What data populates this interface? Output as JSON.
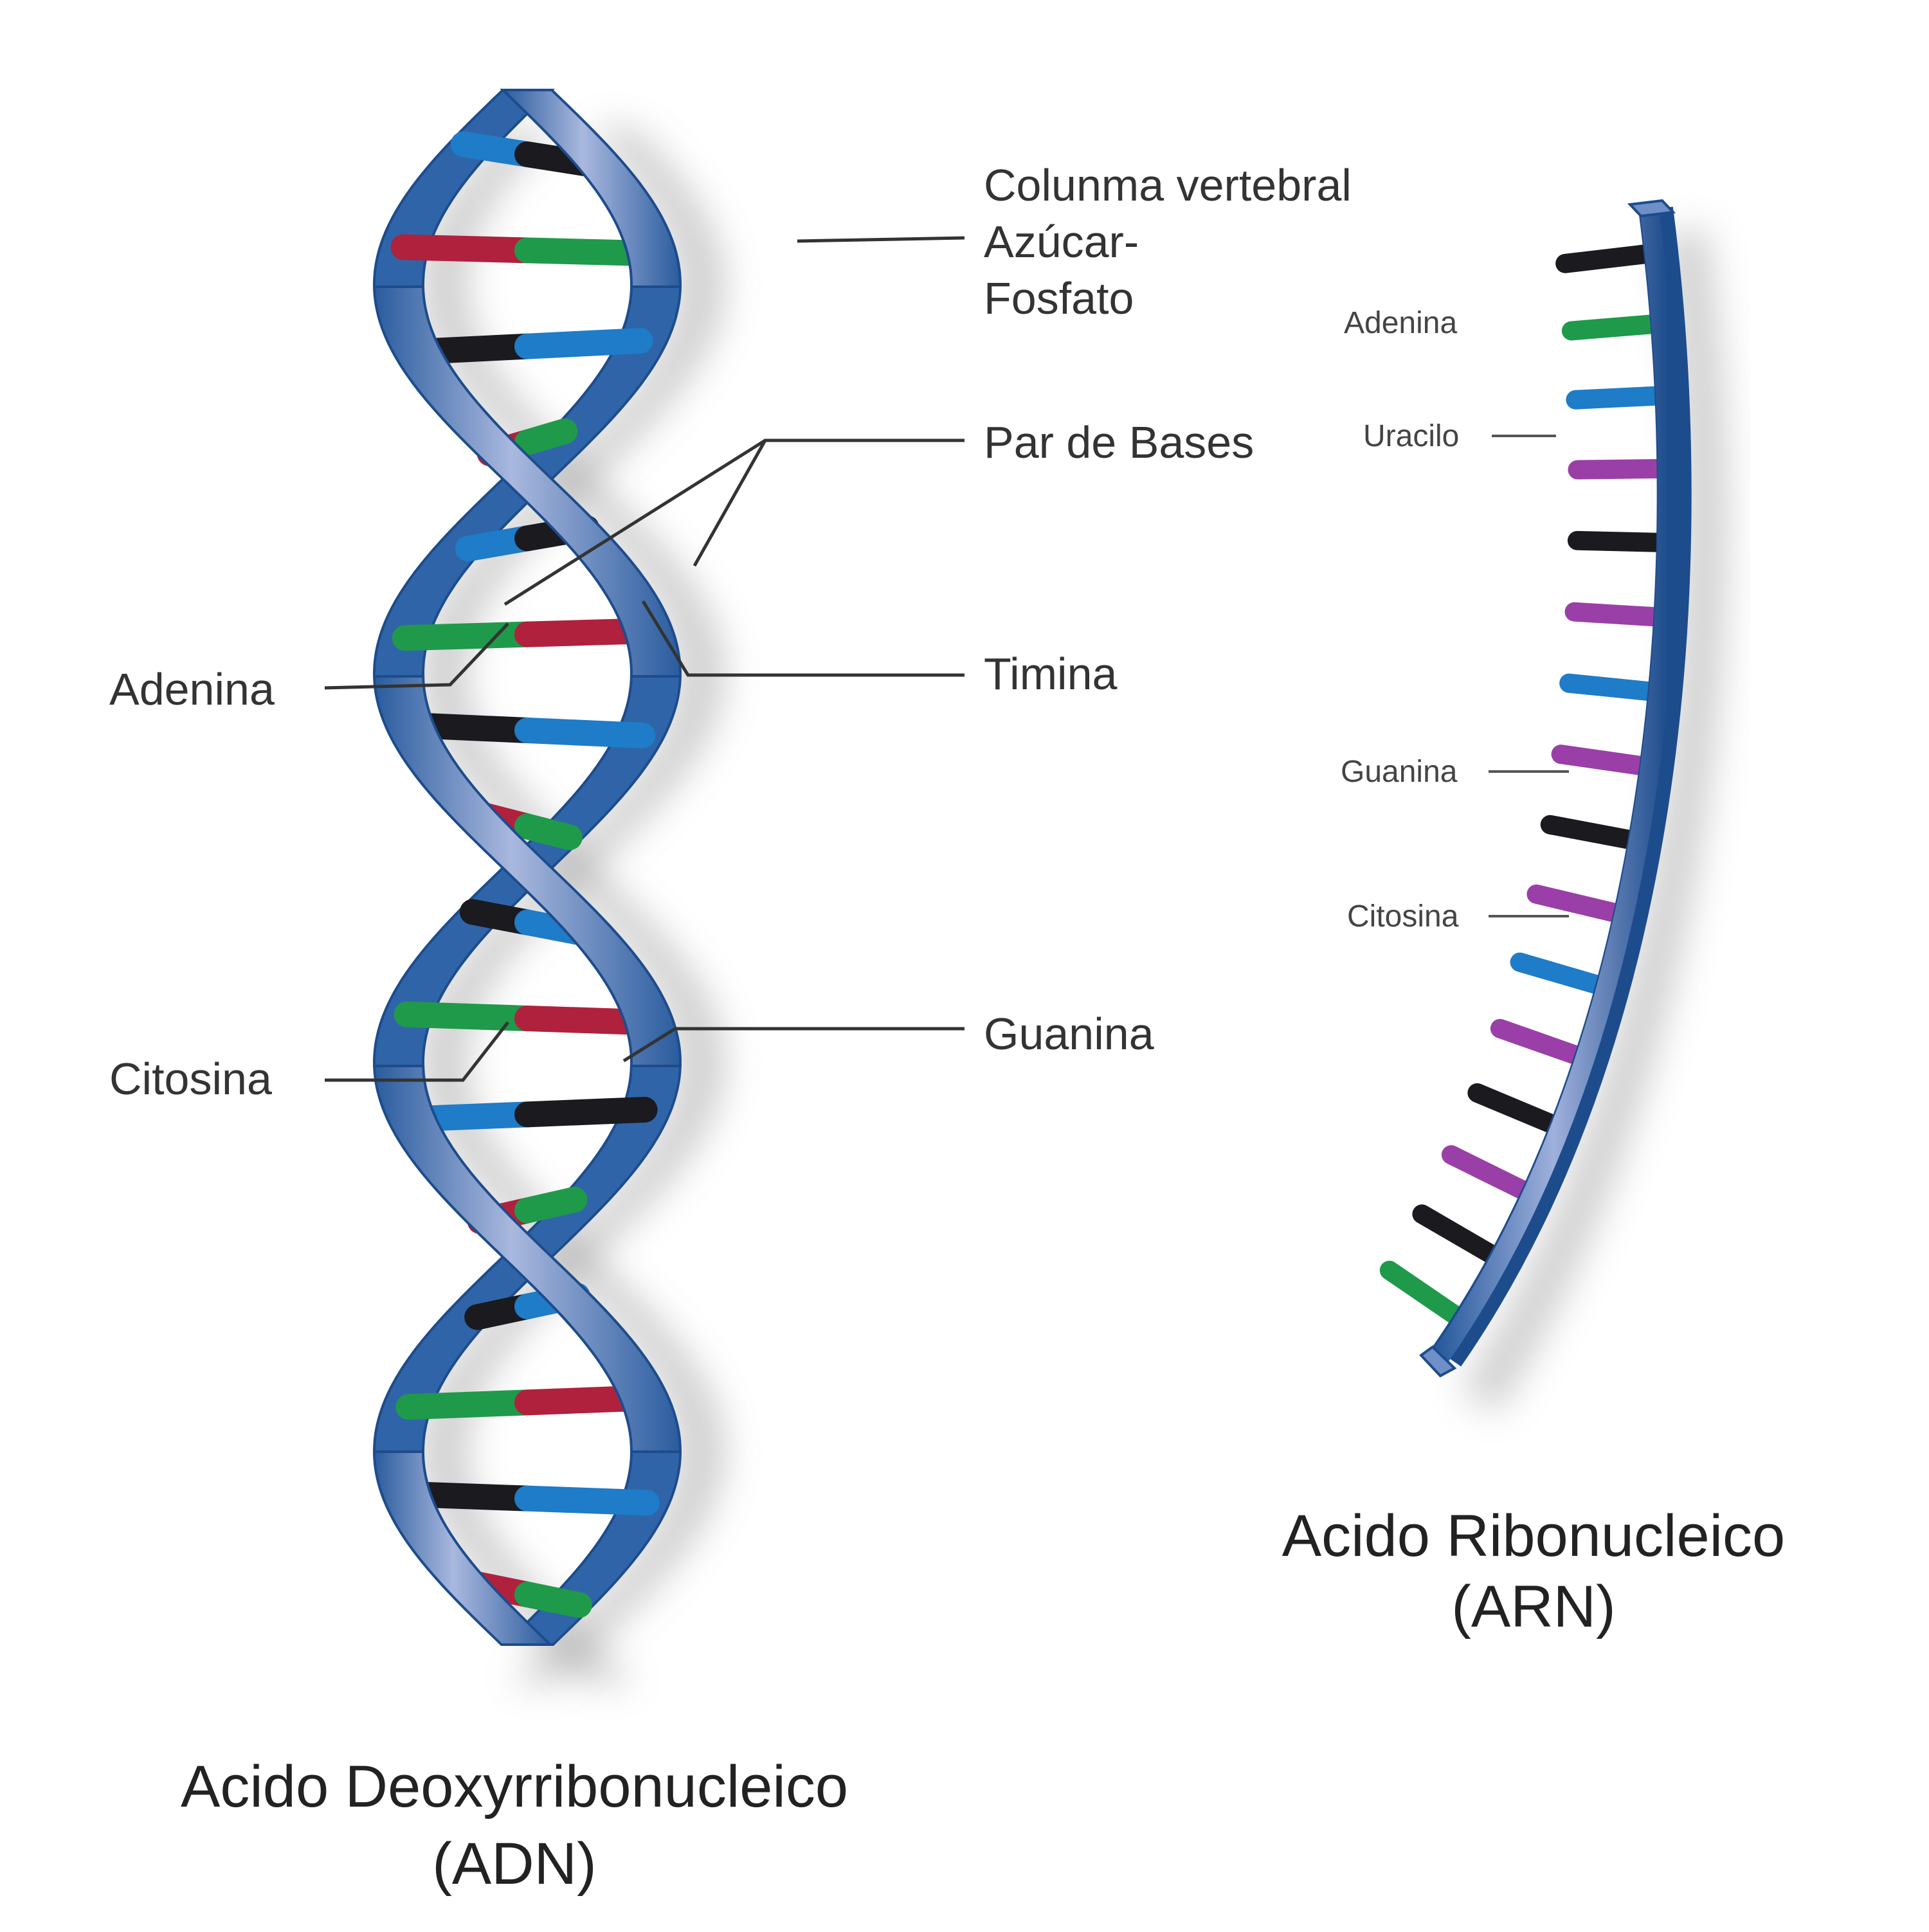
{
  "colors": {
    "backbone": "#2f65a8",
    "backbone_dark": "#1d4c8c",
    "backbone_light": "#a9b8de",
    "adenine": "#1f9a4a",
    "thymine": "#b0213d",
    "guanine": "#1a1a1f",
    "cytosine": "#1e7cc8",
    "uracil": "#9b3fa8"
  },
  "dna": {
    "title_line1": "Acido Deoxyrribonucleico",
    "title_line2": "(ADN)",
    "labels": {
      "backbone_line1": "Colunma vertebral",
      "backbone_line2": "Azúcar-",
      "backbone_line3": "Fosfato",
      "base_pair": "Par de Bases",
      "thymine": "Timina",
      "guanine": "Guanina",
      "adenine": "Adenina",
      "cytosine": "Citosina"
    },
    "rungs": [
      {
        "left": "cytosine",
        "right": "guanine"
      },
      {
        "left": "thymine",
        "right": "adenine"
      },
      {
        "left": "guanine",
        "right": "cytosine"
      },
      {
        "left": "thymine",
        "right": "adenine"
      },
      {
        "left": "cytosine",
        "right": "guanine"
      },
      {
        "left": "adenine",
        "right": "thymine"
      },
      {
        "left": "guanine",
        "right": "cytosine"
      },
      {
        "left": "thymine",
        "right": "adenine"
      },
      {
        "left": "guanine",
        "right": "cytosine"
      },
      {
        "left": "adenine",
        "right": "thymine"
      },
      {
        "left": "cytosine",
        "right": "guanine"
      },
      {
        "left": "thymine",
        "right": "adenine"
      },
      {
        "left": "guanine",
        "right": "cytosine"
      },
      {
        "left": "adenine",
        "right": "thymine"
      },
      {
        "left": "guanine",
        "right": "cytosine"
      },
      {
        "left": "thymine",
        "right": "adenine"
      }
    ]
  },
  "rna": {
    "title_line1": "Acido Ribonucleico",
    "title_line2": "(ARN)",
    "labels": {
      "adenine": "Adenina",
      "uracil": "Uracilo",
      "guanine": "Guanina",
      "cytosine": "Citosina"
    },
    "bases": [
      "guanine",
      "adenine",
      "cytosine",
      "uracil",
      "guanine",
      "uracil",
      "cytosine",
      "uracil",
      "guanine",
      "uracil",
      "cytosine",
      "uracil",
      "guanine",
      "uracil",
      "guanine",
      "adenine"
    ]
  }
}
